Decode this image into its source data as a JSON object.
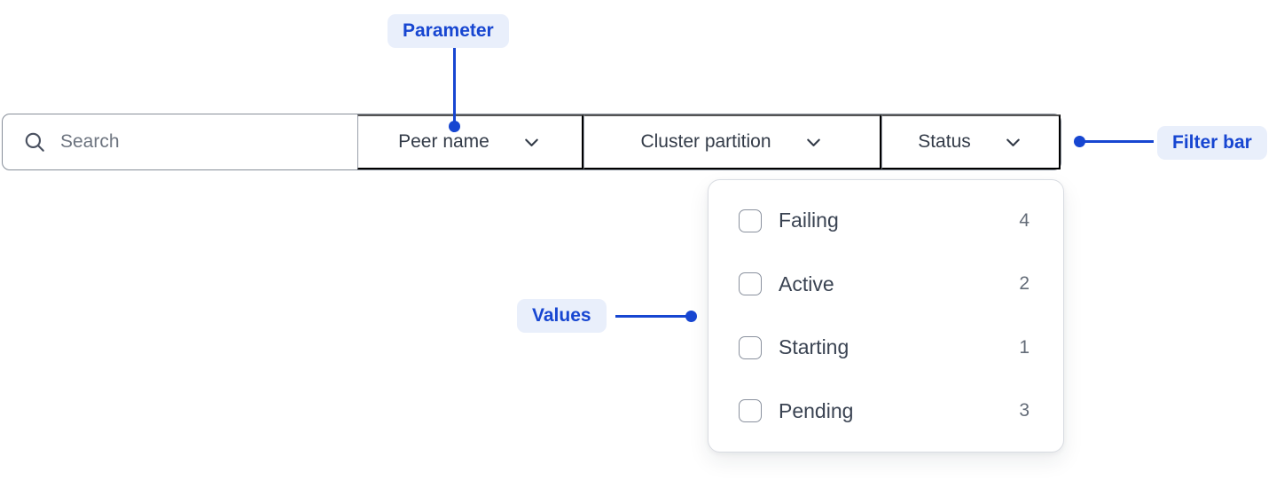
{
  "colors": {
    "accent_blue": "#1746D1",
    "annotation_pill_bg": "#E9EFFB",
    "bar_border": "#878E99",
    "panel_border": "#D9DCE2",
    "text_dark": "#3A4352",
    "text_gray": "#646C78"
  },
  "annotations": {
    "parameter": {
      "label": "Parameter"
    },
    "filter_bar": {
      "label": "Filter bar"
    },
    "values": {
      "label": "Values"
    }
  },
  "filter_bar": {
    "search": {
      "placeholder": "Search",
      "value": "",
      "icon": "search-icon"
    },
    "dropdowns": [
      {
        "label": "Peer name"
      },
      {
        "label": "Cluster partition"
      },
      {
        "label": "Status"
      }
    ]
  },
  "status_panel": {
    "items": [
      {
        "label": "Failing",
        "count": "4",
        "checked": false
      },
      {
        "label": "Active",
        "count": "2",
        "checked": false
      },
      {
        "label": "Starting",
        "count": "1",
        "checked": false
      },
      {
        "label": "Pending",
        "count": "3",
        "checked": false
      }
    ]
  }
}
